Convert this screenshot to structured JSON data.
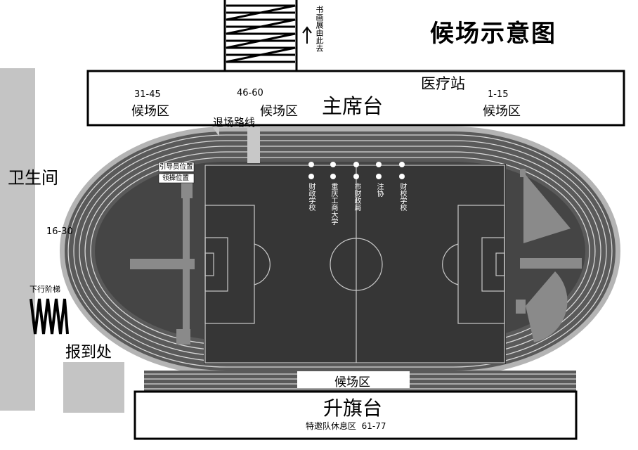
{
  "diagram_title": "候场示意图",
  "exhibition_route": "书画展由此去",
  "stands": {
    "main_stand": "主席台",
    "medical": "医疗站",
    "flag_stand": "升旗台",
    "guest_rest": "特邀队休息区  61-77"
  },
  "waiting_zones": [
    {
      "range": "31-45",
      "label": "候场区"
    },
    {
      "range": "46-60",
      "label": "候场区"
    },
    {
      "range": "1-15",
      "label": "候场区"
    },
    {
      "range": "16-30",
      "label": ""
    },
    {
      "range": "",
      "label": "候场区"
    }
  ],
  "exit_route": "退场路线",
  "positions": {
    "guide": "引导员位置",
    "leader": "领操位置"
  },
  "facilities": {
    "toilet": "卫生间",
    "stairs_down": "下行阶梯",
    "registration": "报到处"
  },
  "units": [
    "财政学校",
    "重庆工商大学",
    "市财政局",
    "注协",
    "财校学校"
  ],
  "colors": {
    "track": "#5a5a5a",
    "field": "#363636",
    "side_column": "#c4c4c4",
    "track_lines": "#dcdcdc"
  }
}
